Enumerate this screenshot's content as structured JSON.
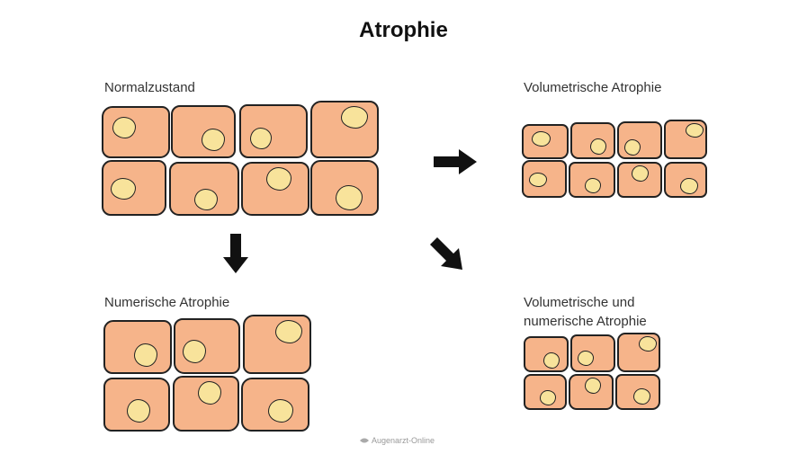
{
  "title": "Atrophie",
  "panels": {
    "normal": {
      "label": "Normalzustand"
    },
    "volumetric": {
      "label": "Volumetrische Atrophie"
    },
    "numeric": {
      "label": "Numerische Atrophie"
    },
    "combined": {
      "label_line1": "Volumetrische und",
      "label_line2": "numerische Atrophie"
    }
  },
  "watermark": "Augenarzt-Online",
  "colors": {
    "cell_fill": "#F6B48A",
    "nucleus_fill": "#F8E39B",
    "outline": "#222222",
    "arrow": "#111111"
  }
}
